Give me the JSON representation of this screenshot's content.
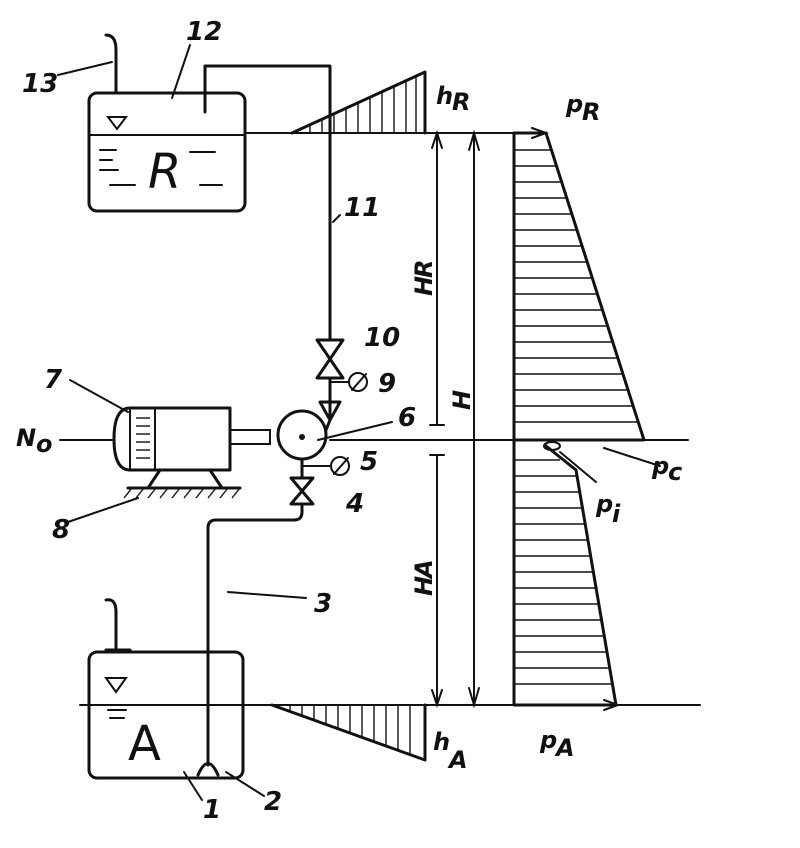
{
  "figure": {
    "tank_upper_letter": "R",
    "tank_lower_letter": "A",
    "motor_power_symbol": "N",
    "motor_power_subscript": "o",
    "heights": {
      "upper_head": "H",
      "upper_head_sub": "R",
      "lower_head": "H",
      "lower_head_sub": "A",
      "total_head": "H"
    },
    "small_heads": {
      "upper": "h",
      "upper_sub": "R",
      "lower": "h",
      "lower_sub": "A"
    },
    "pressures": {
      "upper": "p",
      "upper_sub": "R",
      "lower": "p",
      "lower_sub": "A",
      "pump_discharge": "p",
      "pump_discharge_sub": "c",
      "pump_inlet": "p",
      "pump_inlet_sub": "i"
    },
    "component_numbers": [
      "1",
      "2",
      "3",
      "4",
      "5",
      "6",
      "7",
      "8",
      "9",
      "10",
      "11",
      "12",
      "13"
    ]
  }
}
